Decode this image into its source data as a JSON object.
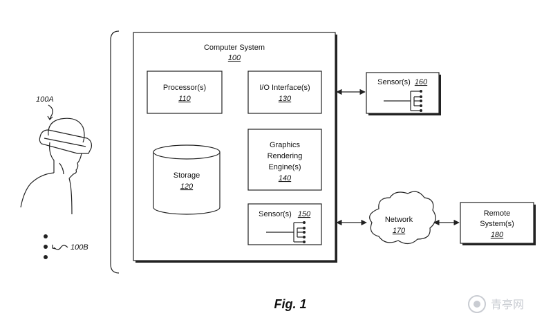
{
  "computer_system": {
    "title": "Computer System",
    "ref": "100"
  },
  "processor": {
    "label": "Processor(s)",
    "ref": "110"
  },
  "io_interface": {
    "label": "I/O Interface(s)",
    "ref": "130"
  },
  "storage": {
    "label": "Storage",
    "ref": "120"
  },
  "graphics": {
    "line1": "Graphics",
    "line2": "Rendering",
    "line3": "Engine(s)",
    "ref": "140"
  },
  "sensor_internal": {
    "label": "Sensor(s)",
    "ref": "150"
  },
  "sensor_external": {
    "label": "Sensor(s)",
    "ref": "160"
  },
  "network": {
    "label": "Network",
    "ref": "170"
  },
  "remote": {
    "line1": "Remote",
    "line2": "System(s)",
    "ref": "180"
  },
  "user_a": {
    "ref": "100A"
  },
  "user_b": {
    "ref": "100B"
  },
  "figure_caption": "Fig. 1",
  "watermark": {
    "text": "青亭网",
    "icon": "logo-icon"
  }
}
